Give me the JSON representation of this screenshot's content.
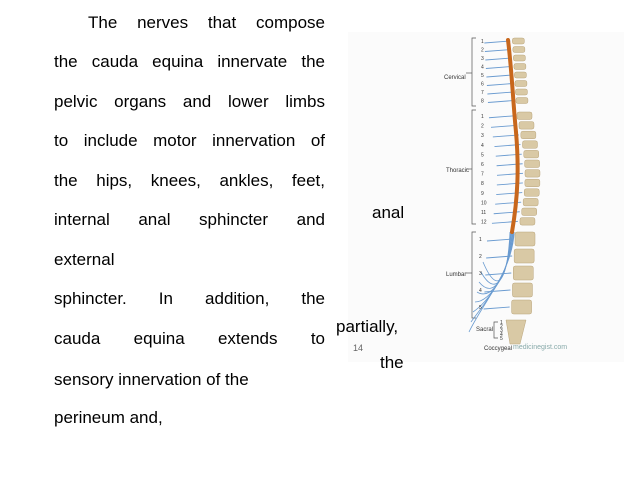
{
  "text": {
    "l1": "The  nerves  that  compose",
    "l2": "the cauda equina innervate the",
    "l3": "pelvic  organs  and  lower  limbs",
    "l4": "to include motor innervation of",
    "l5": "the  hips,  knees,  ankles,  feet,",
    "l6": "internal  anal  sphincter  and",
    "l7": "external",
    "l8": "sphincter.  In  addition,  the",
    "l9": "cauda  equina  extends  to",
    "l10": "sensory innervation of the",
    "l11": "perineum            and,"
  },
  "floating": {
    "anal": "anal",
    "partially": "partially,",
    "the": "the"
  },
  "figure": {
    "page_number": "14",
    "labels": {
      "cervical": "Cervical",
      "thoracic": "Thoracic",
      "lumbar": "Lumbar",
      "sacral": "Sacral",
      "coccygeal": "Coccygeal"
    },
    "watermark": "medicinegist.com",
    "numbers": {
      "cervical": [
        "1",
        "2",
        "3",
        "4",
        "5",
        "6",
        "7",
        "8"
      ],
      "thoracic": [
        "1",
        "2",
        "3",
        "4",
        "5",
        "6",
        "7",
        "8",
        "9",
        "10",
        "11",
        "12"
      ],
      "lumbar": [
        "1",
        "2",
        "3",
        "4",
        "5"
      ],
      "sacral": [
        "1",
        "2",
        "3",
        "4",
        "5"
      ]
    },
    "colors": {
      "cord": "#c8671c",
      "bone": "#d9c9a5",
      "nerve": "#6a9bd0"
    }
  }
}
